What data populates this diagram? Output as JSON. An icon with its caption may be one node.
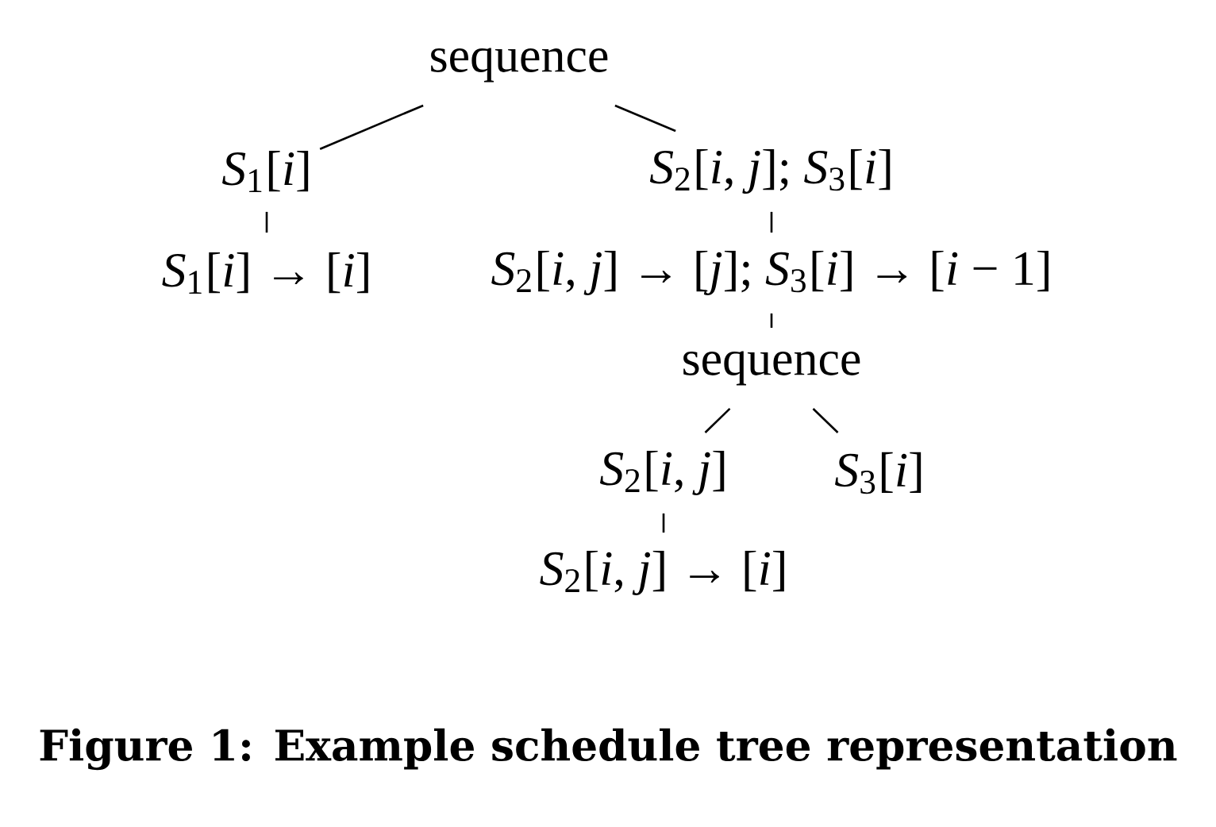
{
  "diagram": {
    "caption": "Figure 1: Example schedule tree representation",
    "nodes": [
      {
        "text": [
          "sequence"
        ]
      },
      {
        "text": [
          "*S*$_{1}$[*i*]"
        ]
      },
      {
        "text": [
          "*S*$_{2}$[*i*, *j*]; *S*$_{3}$[*i*]"
        ]
      },
      {
        "text": [
          "*S*$_{1}$[*i*] → [*i*]"
        ]
      },
      {
        "text": [
          "*S*$_{2}$[*i*, *j*] → [*j*]; *S*$_{3}$[*i*] → [*i* − 1]"
        ]
      },
      {
        "text": [
          "sequence"
        ]
      },
      {
        "text": [
          "*S*$_{2}$[*i*, *j*]"
        ]
      },
      {
        "text": [
          "*S*$_{3}$[*i*]"
        ]
      },
      {
        "text": [
          "*S*$_{2}$[*i*, *j*] → [*i*]"
        ]
      }
    ],
    "edges": [
      {
        "from": 0,
        "to": 1,
        "arrow": "none"
      },
      {
        "from": 0,
        "to": 2,
        "arrow": "none"
      },
      {
        "from": 1,
        "to": 3,
        "arrow": "none"
      },
      {
        "from": 2,
        "to": 4,
        "arrow": "none"
      },
      {
        "from": 4,
        "to": 5,
        "arrow": "none"
      },
      {
        "from": 5,
        "to": 6,
        "arrow": "none"
      },
      {
        "from": 5,
        "to": 7,
        "arrow": "none"
      },
      {
        "from": 6,
        "to": 8,
        "arrow": "none"
      }
    ]
  }
}
